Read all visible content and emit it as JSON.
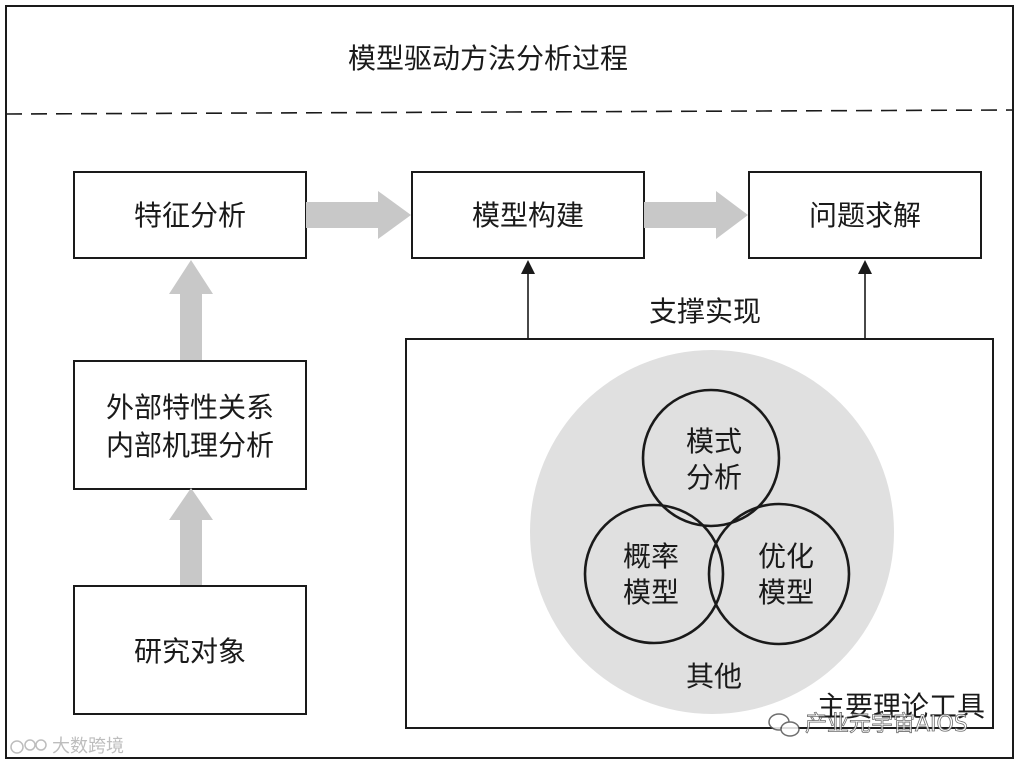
{
  "title": "模型驱动方法分析过程",
  "flow": {
    "feature_analysis": "特征分析",
    "model_building": "模型构建",
    "problem_solving": "问题求解"
  },
  "left_column": {
    "relation_analysis_line1": "外部特性关系",
    "relation_analysis_line2": "内部机理分析",
    "research_object": "研究对象"
  },
  "support_label": "支撑实现",
  "tools": {
    "title": "主要理论工具",
    "pattern_analysis_line1": "模式",
    "pattern_analysis_line2": "分析",
    "probability_model_line1": "概率",
    "probability_model_line2": "模型",
    "optimization_model_line1": "优化",
    "optimization_model_line2": "模型",
    "other": "其他"
  },
  "watermarks": {
    "bottom_left": "大数跨境",
    "bottom_right": "产业元宇宙AIOS"
  },
  "colors": {
    "arrow_gray": "#c8c8c8",
    "circle_fill": "#e0e0e0",
    "line": "#1a1a1a"
  }
}
